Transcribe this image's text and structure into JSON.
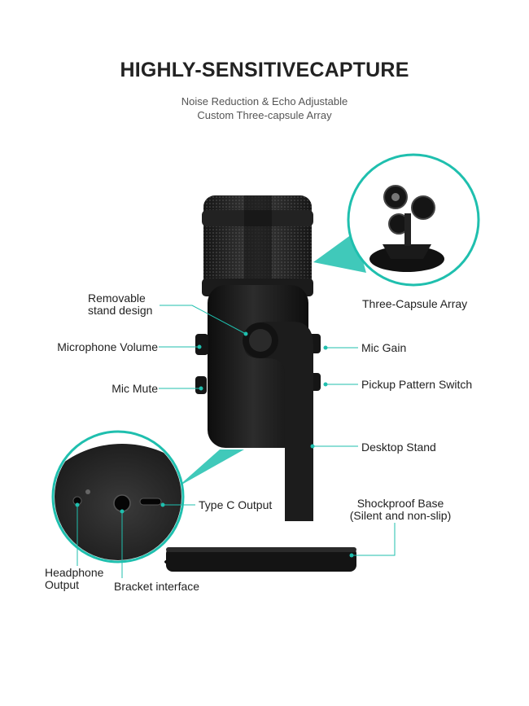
{
  "header": {
    "title": "HIGHLY-SENSITIVECAPTURE",
    "subtitle_line1": "Noise Reduction & Echo Adjustable",
    "subtitle_line2": "Custom Three-capsule Array"
  },
  "labels": {
    "removable_line1": "Removable",
    "removable_line2": "stand design",
    "microphone_volume": "Microphone Volume",
    "mic_mute": "Mic Mute",
    "three_capsule": "Three-Capsule Array",
    "mic_gain": "Mic Gain",
    "pickup_pattern": "Pickup Pattern Switch",
    "desktop_stand": "Desktop Stand",
    "type_c_output": "Type C Output",
    "shockproof_line1": "Shockproof Base",
    "shockproof_line2": "(Silent and non-slip)",
    "headphone_line1": "Headphone",
    "headphone_line2": "Output",
    "bracket_interface": "Bracket interface"
  },
  "colors": {
    "accent": "#1fbfae",
    "body": "#1a1a1a"
  }
}
